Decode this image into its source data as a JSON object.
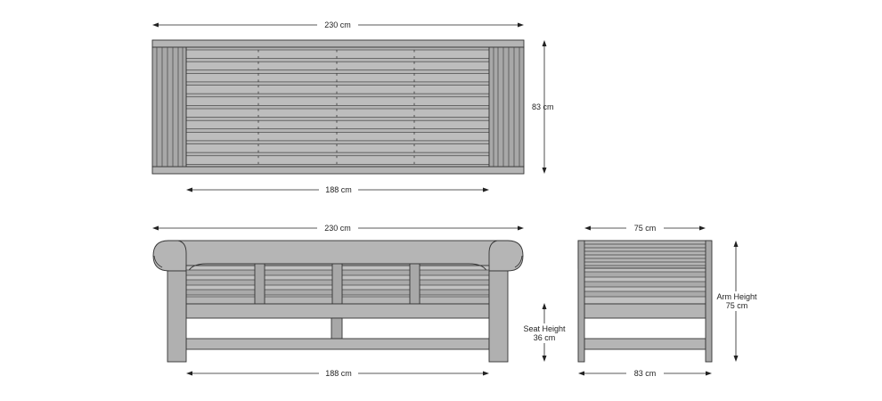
{
  "diagram": {
    "top_view": {
      "overall_width": "230 cm",
      "inner_width": "188 cm",
      "depth": "83 cm"
    },
    "front_view": {
      "overall_width": "230 cm",
      "inner_width": "188 cm",
      "seat_height_label": "Seat Height",
      "seat_height_value": "36 cm"
    },
    "side_view": {
      "top_width": "75 cm",
      "bottom_width": "83 cm",
      "arm_height_label": "Arm Height",
      "arm_height_value": "75 cm"
    },
    "colors": {
      "wood": "#b5b5b5",
      "wood_dark": "#9e9e9e",
      "line": "#333333",
      "background": "#ffffff"
    }
  }
}
